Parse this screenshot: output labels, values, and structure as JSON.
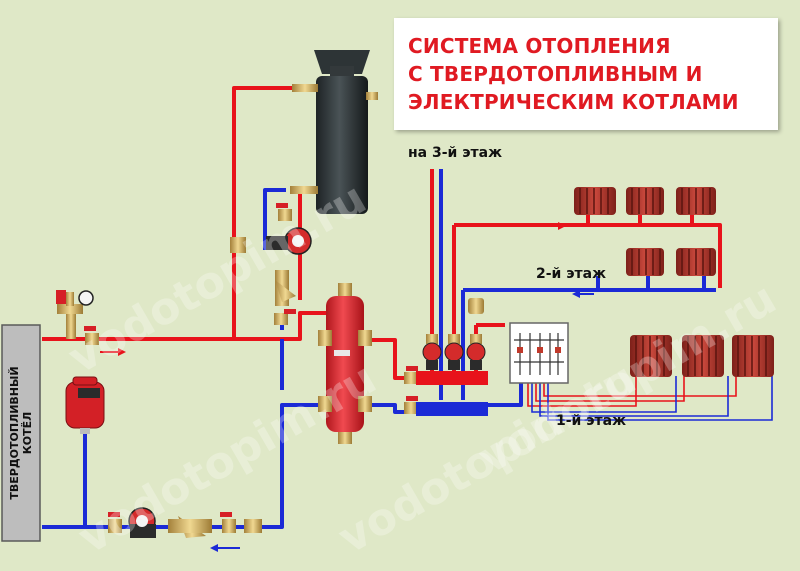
{
  "title": {
    "line1": "СИСТЕМА ОТОПЛЕНИЯ",
    "line2": "С ТВЕРДОТОПЛИВНЫМ И",
    "line3": "ЭЛЕКТРИЧЕСКИМ КОТЛАМИ"
  },
  "labels": {
    "floor3": "на 3-й этаж",
    "floor2": "2-й этаж",
    "floor1": "1-й этаж",
    "solid_boiler_line1": "ТВЕРДОТОПЛИВНЫЙ",
    "solid_boiler_line2": "КОТЁЛ"
  },
  "watermark": "vodotopim.ru",
  "colors": {
    "background": "#dfe8c7",
    "supply_pipe": "#e8131b",
    "return_pipe": "#1b2ad6",
    "title_text": "#e01a22",
    "boiler_body": "#bdbdbd",
    "radiator": "#b4342a",
    "electric_boiler": "#2d3436",
    "hydro_arrow": "#e2232a"
  }
}
